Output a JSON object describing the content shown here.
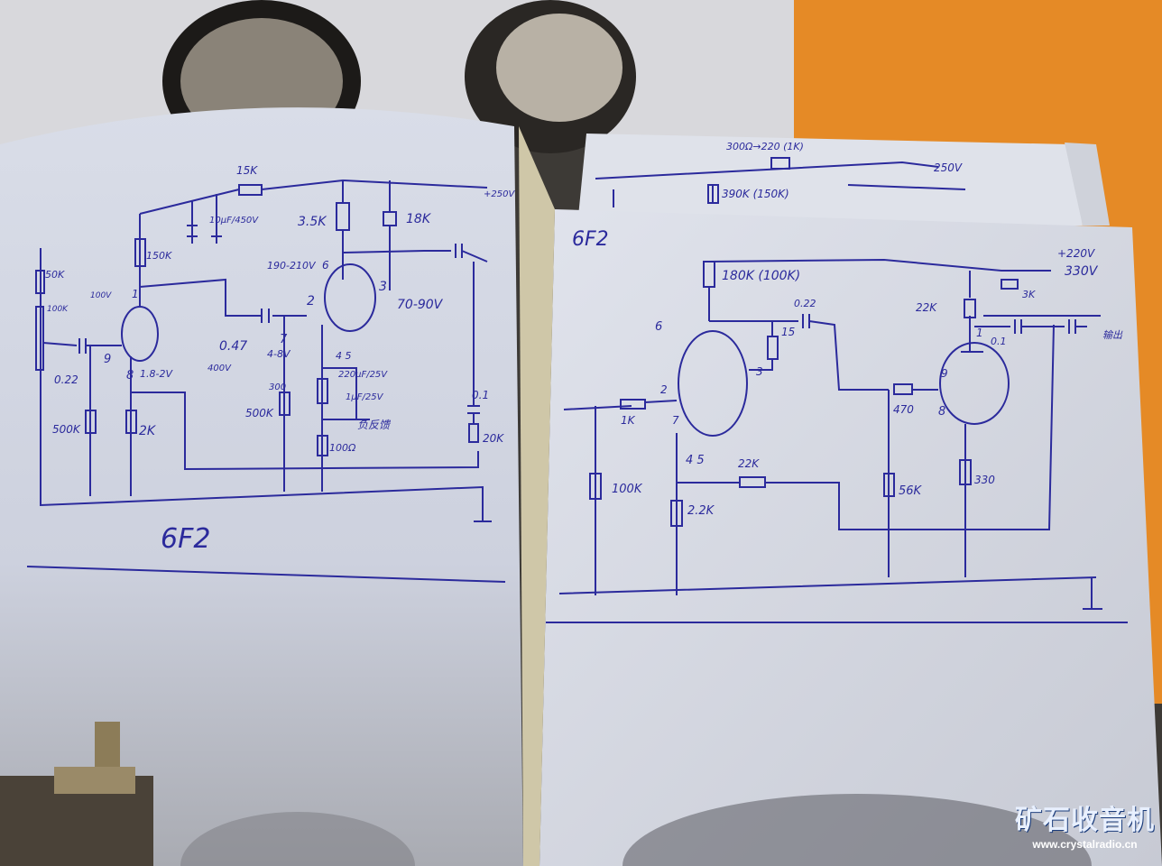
{
  "background_sheet": {
    "top_label": "300Ω→220 (1K)",
    "resistor_label": "390K (150K)",
    "voltage_label": "250V"
  },
  "left_schematic": {
    "title": "6F2",
    "labels": {
      "r15k": "15K",
      "cap_filter": "10μF/450V",
      "r3_5k": "3.5K",
      "r18k": "18K",
      "supply": "+250V",
      "r150k": "150K",
      "r50k": "50K",
      "pot100k": "100K",
      "v100": "100V",
      "pin1": "1",
      "v190": "190-210V",
      "pin6": "6",
      "pin3": "3",
      "pin2": "2",
      "v70": "70-90V",
      "pin9": "9",
      "c022": "0.22",
      "pin8": "8",
      "v18": "1.8-2V",
      "c047": "0.47",
      "v400": "400V",
      "pin7": "7",
      "v48": "4-8V",
      "pins45": "4 5",
      "c220": "220μF/25V",
      "c1": "1μF/25V",
      "r300": "300",
      "c01": "0.1",
      "r500k_a": "500K",
      "r2k": "2K",
      "r500k_b": "500K",
      "r20k": "20K",
      "feedback": "负反馈",
      "r100": "100Ω"
    }
  },
  "right_schematic": {
    "title": "6F2",
    "labels": {
      "r180k": "180K (100K)",
      "v220": "+220V",
      "v330": "330V",
      "c022": "0.22",
      "r22k_top": "22K",
      "r3k": "3K",
      "pin6": "6",
      "pin1": "1",
      "c01": "0.1",
      "output": "输出",
      "r15": "15",
      "pin3": "3",
      "pin2": "2",
      "pin9": "9",
      "r1k": "1K",
      "pin7": "7",
      "r470": "470",
      "pin8": "8",
      "pins45": "4 5",
      "r22k": "22K",
      "r100k": "100K",
      "r56k": "56K",
      "r330": "330",
      "r2_2k": "2.2K"
    }
  },
  "watermark": {
    "name": "矿石收音机",
    "url": "www.crystalradio.cn"
  }
}
